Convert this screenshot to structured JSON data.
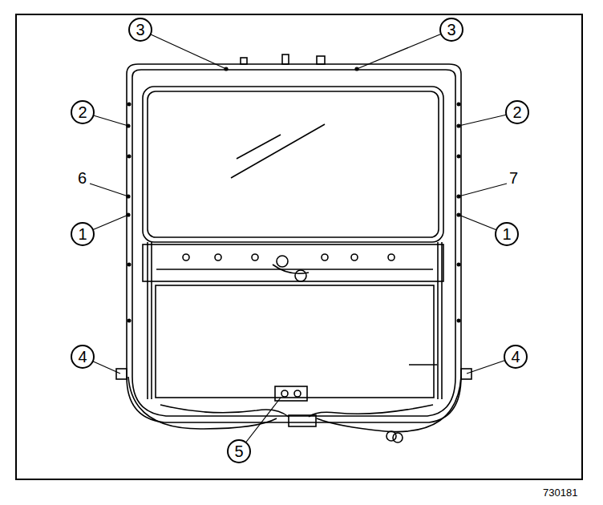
{
  "diagram": {
    "nodes": [
      {
        "text": [
          "3"
        ]
      },
      {
        "text": [
          "3"
        ]
      },
      {
        "text": [
          "2"
        ]
      },
      {
        "text": [
          "2"
        ]
      },
      {
        "text": [
          "1"
        ]
      },
      {
        "text": [
          "1"
        ]
      },
      {
        "text": [
          "4"
        ]
      },
      {
        "text": [
          "4"
        ]
      },
      {
        "text": [
          "5"
        ]
      }
    ],
    "labels": [
      "6",
      "7",
      "730181"
    ]
  }
}
